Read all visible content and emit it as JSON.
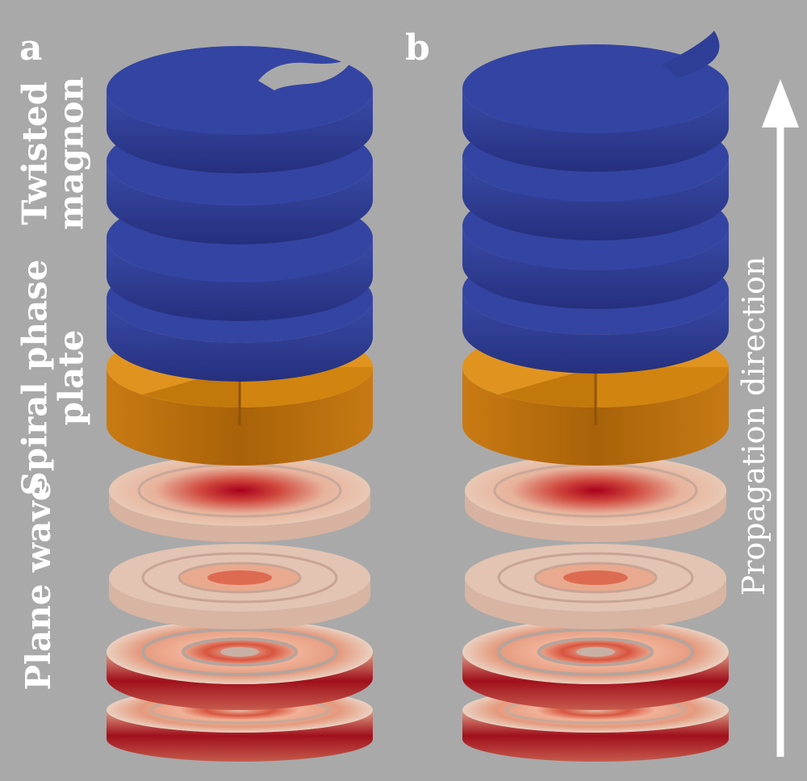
{
  "panels": [
    {
      "id": "a",
      "label": "a"
    },
    {
      "id": "b",
      "label": "b"
    }
  ],
  "component_labels": {
    "twisted_magnon": [
      "Twisted",
      "magnon"
    ],
    "spiral_phase_plate": [
      "Spiral phase",
      "plate"
    ],
    "plane_wave": "Plane wave"
  },
  "propagation_label": "Propagation direction",
  "colors": {
    "background": "#a9a9a9",
    "magnon_blue": "#2f3f97",
    "plate_orange": "#d98a1f",
    "wave_red": "#b3121e",
    "wave_light": "#e8c2ac",
    "text": "#ffffff"
  }
}
